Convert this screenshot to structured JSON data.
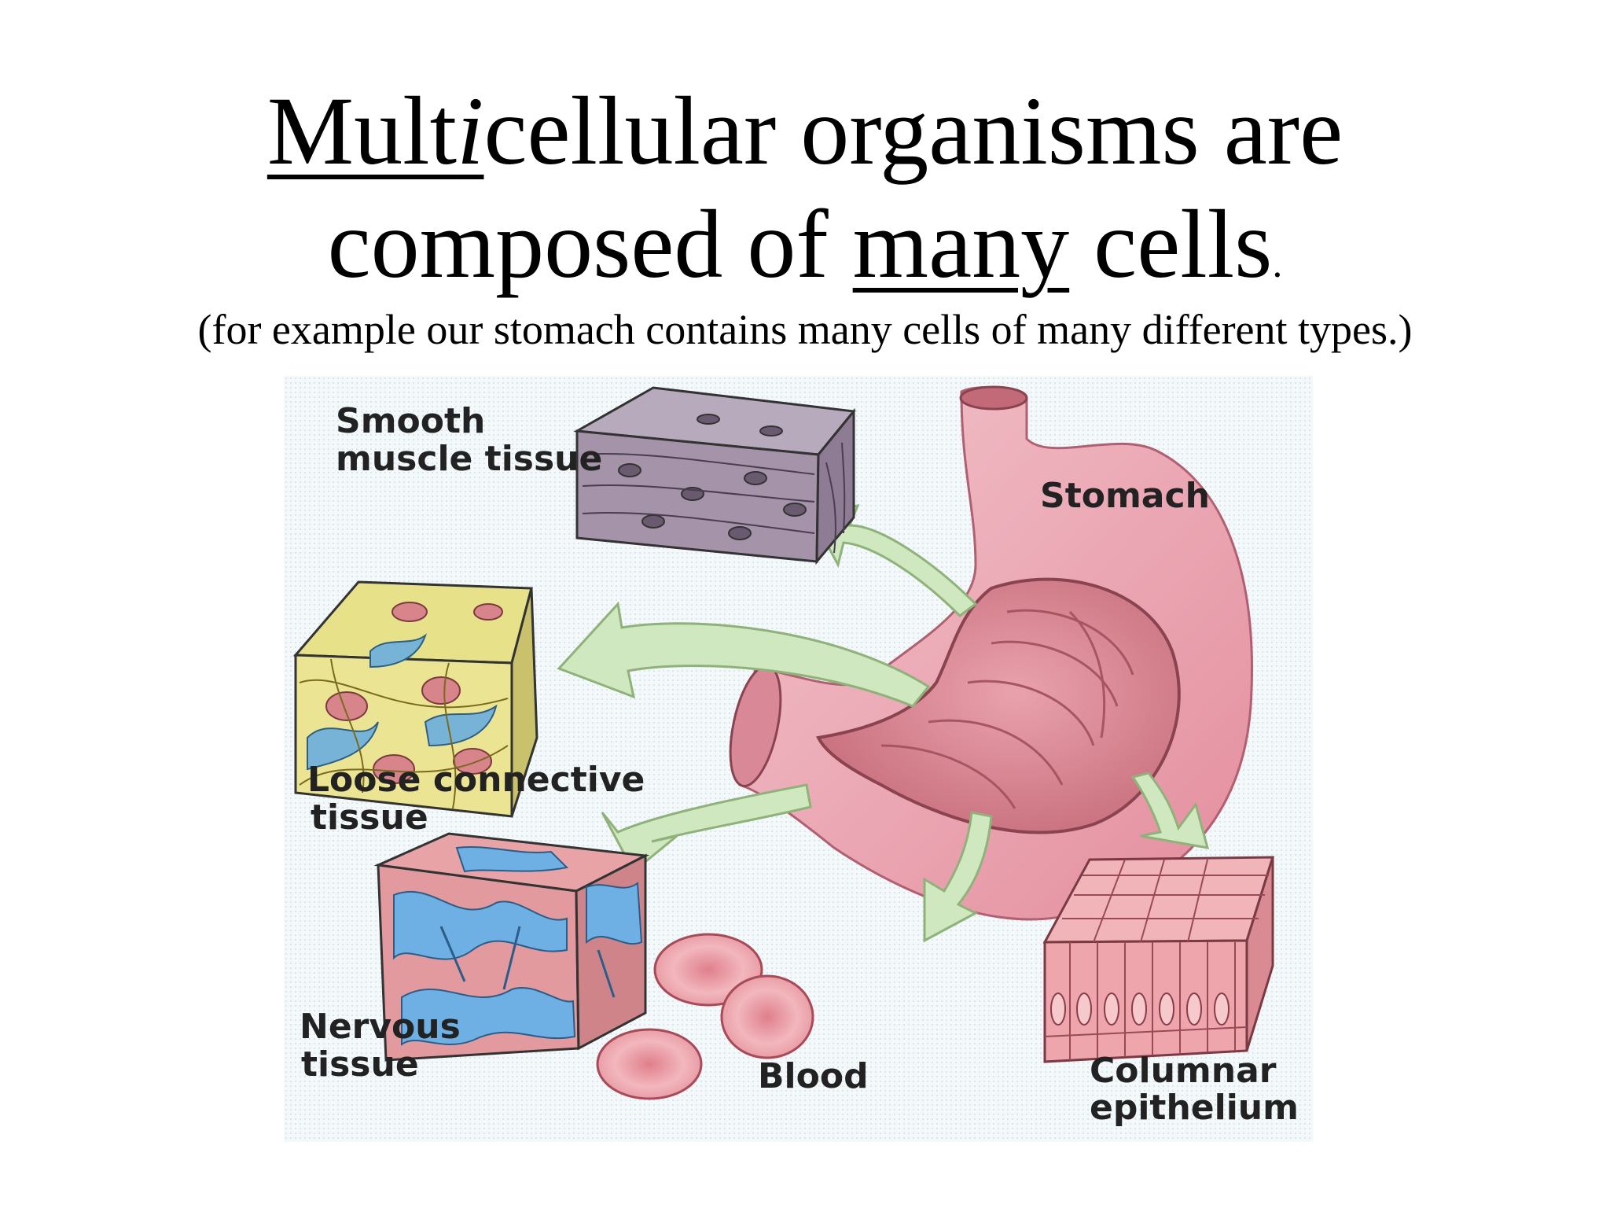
{
  "title": {
    "line1_part1": "Mult",
    "line1_part2": "i",
    "line1_part3": "cellular organisms are",
    "line2_part1": "composed of ",
    "line2_part2": "many",
    "line2_part3": " cells",
    "line2_part4": "."
  },
  "subtitle": "(for example our stomach contains many cells of many different types.)",
  "figure": {
    "labels": {
      "smooth_1": "Smooth",
      "smooth_2": "muscle tissue",
      "stomach": "Stomach",
      "loose_1": "Loose connective",
      "loose_2": "tissue",
      "nervous_1": "Nervous",
      "nervous_2": "tissue",
      "blood": "Blood",
      "columnar_1": "Columnar",
      "columnar_2": "epithelium"
    },
    "colors": {
      "background": "#eef5f8",
      "stomach": "#e8a0ae",
      "stomach_inner": "#d97a8a",
      "arrow": "#c9e6b8",
      "smooth_muscle": "#a99aae",
      "connective_yellow": "#e9e28a",
      "nervous_blue": "#6aaee0",
      "blood_cell": "#e99aa2",
      "epithelium": "#eea7ae"
    }
  }
}
